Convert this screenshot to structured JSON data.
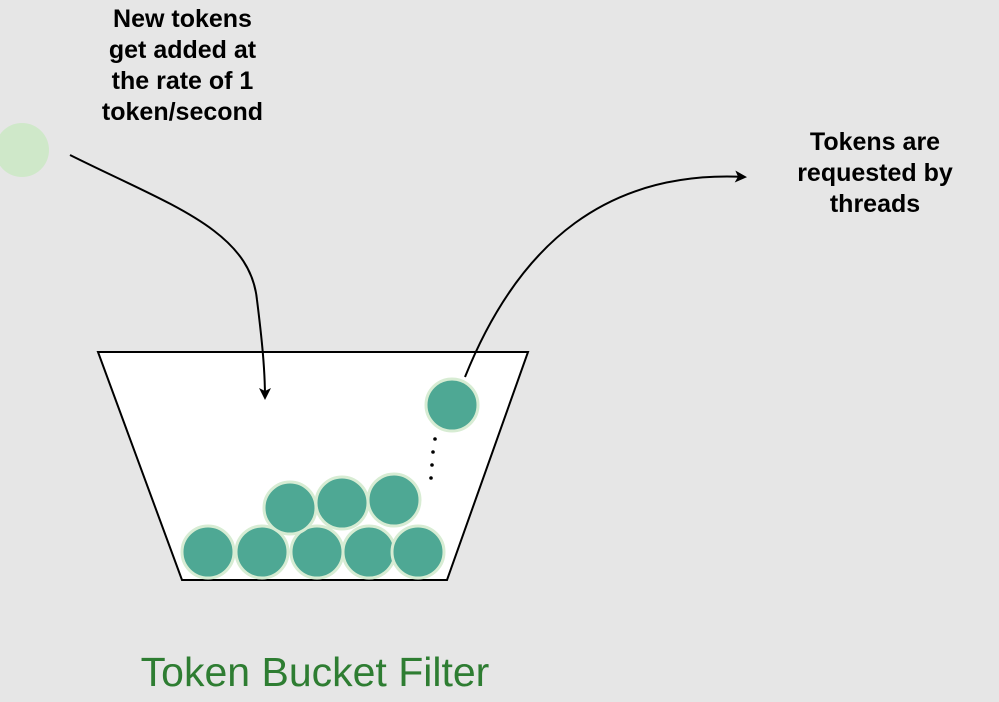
{
  "diagram": {
    "incoming_label": "New tokens\nget added at\nthe rate of 1\ntoken/second",
    "outgoing_label": "Tokens are\nrequested by\nthreads",
    "caption": "Token Bucket Filter"
  },
  "colors": {
    "background": "#e6e6e6",
    "token_fill": "#4ea894",
    "token_stroke": "#d7ecd3",
    "new_token": "#cfe8c9",
    "caption": "#2e7d32"
  }
}
